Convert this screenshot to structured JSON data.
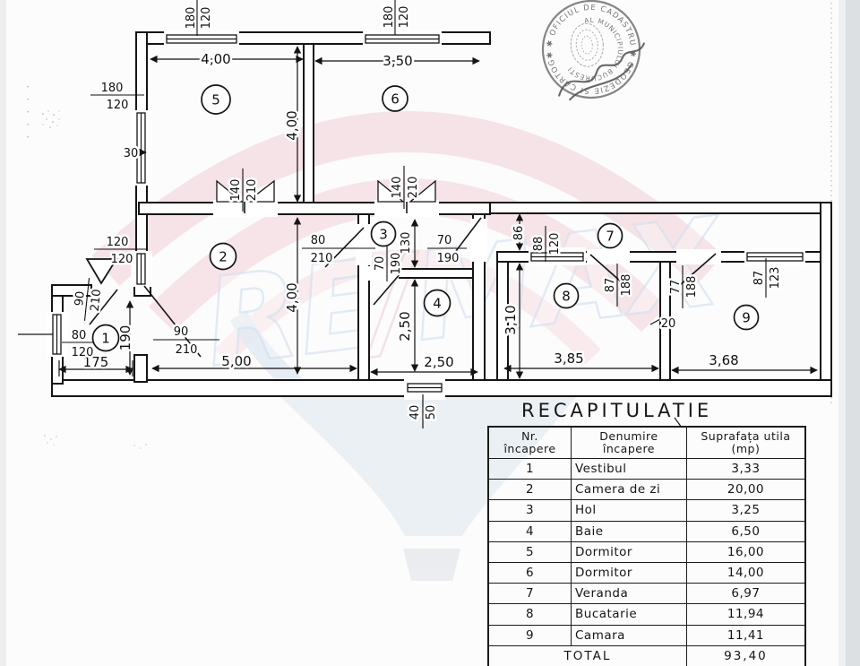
{
  "plan": {
    "rooms": {
      "r1": "1",
      "r2": "2",
      "r3": "3",
      "r4": "4",
      "r5": "5",
      "r6": "6",
      "r7": "7",
      "r8": "8",
      "r9": "9"
    },
    "dims": {
      "room5_w": "4,00",
      "room6_w": "3,50",
      "room5_h": "4,00",
      "room2_h": "4,00",
      "room2_w": "5,00",
      "room1_w": "175",
      "room1_h": "190",
      "room3_h": "130",
      "room4_h": "2,50",
      "room4_w": "2,50",
      "veranda_h": "86",
      "room8_h": "3,10",
      "room8_w": "3,85",
      "room9_w": "3,68",
      "wall_thickness_left": "30",
      "wall_thickness_89": "20"
    },
    "openings": {
      "win5": {
        "w": "180",
        "h": "120"
      },
      "win6": {
        "w": "180",
        "h": "120"
      },
      "winL1": {
        "w": "180",
        "h": "120"
      },
      "winL2": {
        "w": "120",
        "h": "120"
      },
      "win1": {
        "w": "80",
        "h": "120"
      },
      "door_entry": {
        "w": "90",
        "h": "210"
      },
      "door12": {
        "w": "90",
        "h": "210"
      },
      "door52": {
        "w": "140",
        "h": "210"
      },
      "door63": {
        "w": "140",
        "h": "210"
      },
      "door23": {
        "w": "80",
        "h": "210"
      },
      "door37": {
        "w": "70",
        "h": "190"
      },
      "door34": {
        "w": "70",
        "h": "190"
      },
      "win4": {
        "w": "40",
        "h": "50"
      },
      "win78": {
        "w": "88",
        "h": "120"
      },
      "door78": {
        "w": "87",
        "h": "188"
      },
      "door79": {
        "w": "77",
        "h": "188"
      },
      "win9": {
        "w": "87",
        "h": "123"
      }
    }
  },
  "stamp": {
    "outer_ring": "✱ ✱ OFICIUL DE CADASTRU ✱ GEODEZIE SI CARTOGRAFIE",
    "inner_ring": "AL MUNICIPIULUI BUCURESTI"
  },
  "watermark": {
    "re": "RE",
    "slash": "/",
    "max": "MAX"
  },
  "table": {
    "title": "RECAPITULATIE",
    "headers": {
      "col1_line1": "Nr.",
      "col1_line2": "încapere",
      "col2_line1": "Denumire",
      "col2_line2": "încapere",
      "col3_line1": "Suprafața utila",
      "col3_line2": "(mp)"
    },
    "rows": [
      {
        "nr": "1",
        "name": "Vestibul",
        "area": "3,33"
      },
      {
        "nr": "2",
        "name": "Camera de zi",
        "area": "20,00"
      },
      {
        "nr": "3",
        "name": "Hol",
        "area": "3,25"
      },
      {
        "nr": "4",
        "name": "Baie",
        "area": "6,50"
      },
      {
        "nr": "5",
        "name": "Dormitor",
        "area": "16,00"
      },
      {
        "nr": "6",
        "name": "Dormitor",
        "area": "14,00"
      },
      {
        "nr": "7",
        "name": "Veranda",
        "area": "6,97"
      },
      {
        "nr": "8",
        "name": "Bucatarie",
        "area": "11,94"
      },
      {
        "nr": "9",
        "name": "Camara",
        "area": "11,41"
      }
    ],
    "total_label": "TOTAL",
    "total_value": "93,40"
  }
}
